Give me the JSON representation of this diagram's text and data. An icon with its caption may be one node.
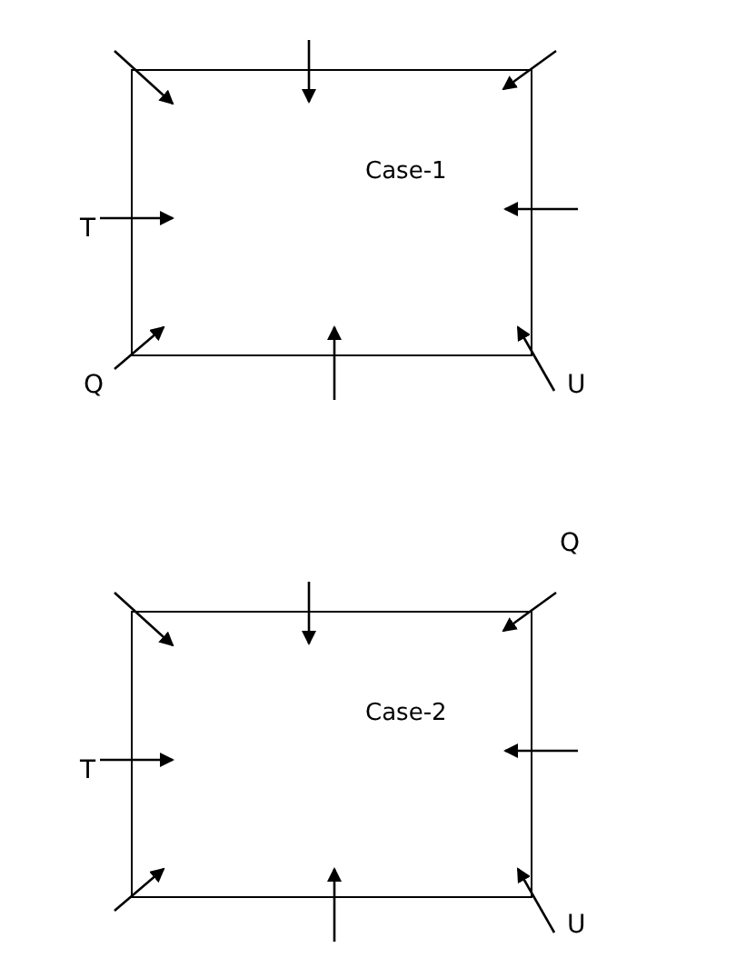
{
  "diagram": {
    "nodes": [
      {
        "text": [
          "Case-1"
        ]
      },
      {
        "text": [
          "Case-2"
        ]
      }
    ],
    "labels": [
      "T",
      "Q",
      "U",
      "Q",
      "T",
      "U"
    ]
  }
}
